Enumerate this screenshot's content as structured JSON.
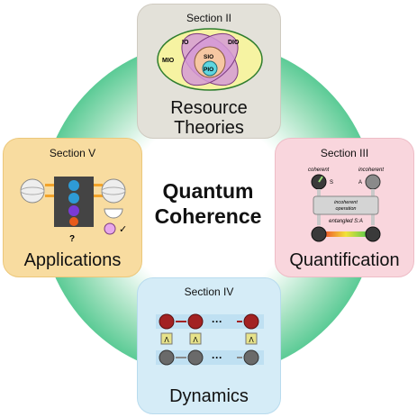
{
  "center": {
    "line1": "Quantum",
    "line2": "Coherence"
  },
  "sections": {
    "top": {
      "section": "Section II",
      "label_line1": "Resource",
      "label_line2": "Theories",
      "venn": {
        "outer": "MIO",
        "left": "IO",
        "right": "DIO",
        "inner1": "SIO",
        "inner2": "PIO"
      }
    },
    "right": {
      "section": "Section III",
      "label": "Quantification",
      "tags": {
        "coherent": "coherent",
        "incoherent": "incoherent",
        "s": "S",
        "a": "A",
        "op_line1": "incoherent",
        "op_line2": "operation",
        "entangled": "entangled S:A"
      }
    },
    "bottom": {
      "section": "Section IV",
      "label": "Dynamics",
      "symbols": {
        "ellipsis_top": "···",
        "ellipsis_bottom": "···",
        "lambda": "Λ"
      }
    },
    "left": {
      "section": "Section V",
      "label": "Applications",
      "question": "?",
      "check": "✓"
    }
  },
  "colors": {
    "ring": "#5ccb96",
    "top_card": "#e3e1d9",
    "right_card": "#f9d6dd",
    "bottom_card": "#d5ecf7",
    "left_card": "#f8dca0"
  }
}
